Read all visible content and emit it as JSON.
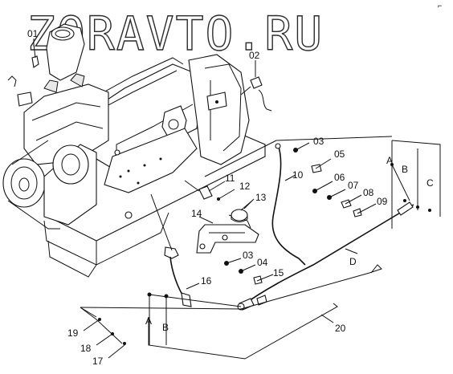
{
  "watermark": "ZORAVTO.RU",
  "corner_mark": "⌐",
  "callouts": [
    {
      "id": "c01",
      "label": "01"
    },
    {
      "id": "c02",
      "label": "02"
    },
    {
      "id": "c03a",
      "label": "03"
    },
    {
      "id": "c05",
      "label": "05"
    },
    {
      "id": "c10",
      "label": "10"
    },
    {
      "id": "c06",
      "label": "06"
    },
    {
      "id": "c07",
      "label": "07"
    },
    {
      "id": "c08",
      "label": "08"
    },
    {
      "id": "c09",
      "label": "09"
    },
    {
      "id": "c11",
      "label": "11"
    },
    {
      "id": "c12",
      "label": "12"
    },
    {
      "id": "c13",
      "label": "13"
    },
    {
      "id": "c14",
      "label": "14"
    },
    {
      "id": "c03b",
      "label": "03"
    },
    {
      "id": "c04",
      "label": "04"
    },
    {
      "id": "c15",
      "label": "15"
    },
    {
      "id": "c16",
      "label": "16"
    },
    {
      "id": "c19",
      "label": "19"
    },
    {
      "id": "c18",
      "label": "18"
    },
    {
      "id": "c17",
      "label": "17"
    },
    {
      "id": "c20",
      "label": "20"
    }
  ],
  "letters": {
    "right_a": "A",
    "right_b": "B",
    "right_c": "C",
    "left_a": "A",
    "left_b": "B",
    "cable_d": "D"
  }
}
